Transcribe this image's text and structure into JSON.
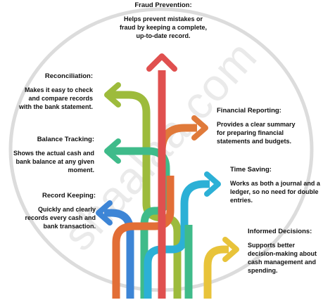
{
  "watermark": "shaalaa.com",
  "colors": {
    "red": "#e0504f",
    "green": "#9dbb3c",
    "orange": "#e07a3a",
    "teal": "#3fbb8a",
    "sky": "#2cb0d6",
    "blue": "#3d85d6",
    "yellow": "#e8c33a",
    "orange2": "#e26e36"
  },
  "items": [
    {
      "title": "Fraud Prevention:",
      "text": "Helps prevent mistakes or fraud by keeping a complete, up-to-date record."
    },
    {
      "title": "Reconciliation:",
      "text": "Makes it easy to check and compare records with the bank statement."
    },
    {
      "title": "Financial Reporting:",
      "text": "Provides a clear summary for preparing financial statements and budgets."
    },
    {
      "title": "Balance Tracking:",
      "text": "Shows the actual cash and bank balance at any given moment."
    },
    {
      "title": "Time Saving:",
      "text": "Works as both a journal and a ledger, so no need for double entries."
    },
    {
      "title": "Record Keeping:",
      "text": "Quickly and clearly records every cash and bank transaction."
    },
    {
      "title": "Informed Decisions:",
      "text": "Supports better decision-making about cash management and spending."
    }
  ]
}
